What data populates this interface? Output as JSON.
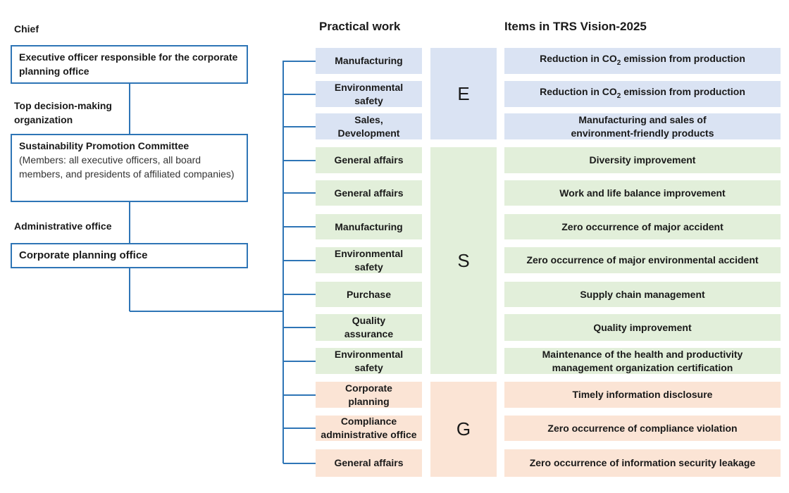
{
  "left": {
    "chief_label": "Chief",
    "chief_box": "Executive officer responsible for the corporate planning office",
    "top_label": "Top decision-making organization",
    "committee_title": "Sustainability Promotion Committee",
    "committee_members": "(Members: all executive officers, all board members, and presidents of affiliated companies)",
    "admin_label": "Administrative office",
    "admin_box": "Corporate planning office"
  },
  "headers": {
    "practical": "Practical work",
    "items": "Items in TRS Vision-2025"
  },
  "categories": {
    "E": "E",
    "S": "S",
    "G": "G"
  },
  "colors": {
    "line": "#2e75b6",
    "E": "#dae3f3",
    "S": "#e2efda",
    "G": "#fbe4d5"
  },
  "rows": [
    {
      "cat": "E",
      "work": "Manufacturing",
      "item_pre": "Reduction in CO",
      "item_sub": "2",
      "item_post": " emission from production"
    },
    {
      "cat": "E",
      "work": "Environmental\nsafety",
      "item_pre": "Reduction in CO",
      "item_sub": "2",
      "item_post": " emission from production"
    },
    {
      "cat": "E",
      "work": "Sales,\nDevelopment",
      "item": "Manufacturing and sales of\nenvironment-friendly products"
    },
    {
      "cat": "S",
      "work": "General affairs",
      "item": "Diversity improvement"
    },
    {
      "cat": "S",
      "work": "General affairs",
      "item": "Work and life balance improvement"
    },
    {
      "cat": "S",
      "work": "Manufacturing",
      "item": "Zero occurrence of major accident"
    },
    {
      "cat": "S",
      "work": "Environmental\nsafety",
      "item": "Zero occurrence of major environmental accident"
    },
    {
      "cat": "S",
      "work": "Purchase",
      "item": "Supply chain management"
    },
    {
      "cat": "S",
      "work": "Quality\nassurance",
      "item": "Quality improvement"
    },
    {
      "cat": "S",
      "work": "Environmental\nsafety",
      "item": "Maintenance of the health and productivity\nmanagement organization certification"
    },
    {
      "cat": "G",
      "work": "Corporate\nplanning",
      "item": "Timely information disclosure"
    },
    {
      "cat": "G",
      "work": "Compliance\nadministrative office",
      "item": "Zero occurrence of compliance violation"
    },
    {
      "cat": "G",
      "work": "General affairs",
      "item": "Zero occurrence of information security leakage"
    }
  ]
}
